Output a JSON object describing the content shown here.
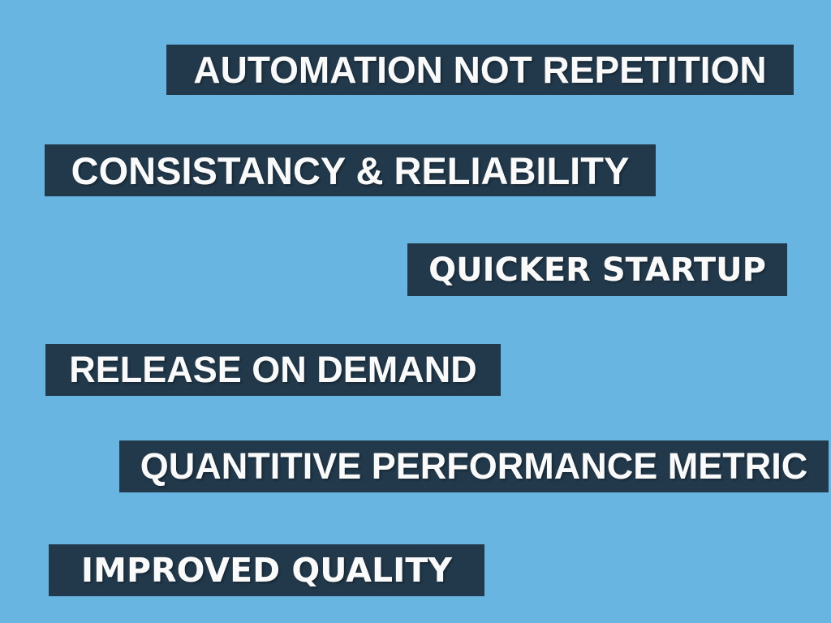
{
  "slide": {
    "background_color": "#69b5e2",
    "banner_color": "#21394b",
    "text_color": "#fafafa",
    "banners": [
      {
        "label": "AUTOMATION NOT REPETITION"
      },
      {
        "label": "CONSISTANCY & RELIABILITY"
      },
      {
        "label": "QUICKER STARTUP"
      },
      {
        "label": "RELEASE ON DEMAND"
      },
      {
        "label": "QUANTITIVE PERFORMANCE METRIC"
      },
      {
        "label": "IMPROVED QUALITY"
      }
    ]
  }
}
